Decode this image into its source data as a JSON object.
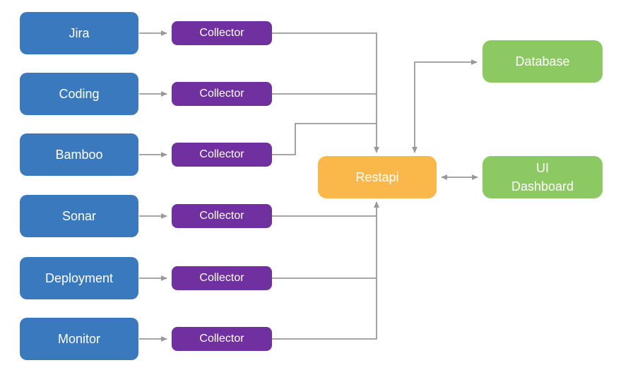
{
  "colors": {
    "source_box": "#3B79BE",
    "collector_box": "#7030A0",
    "restapi_box": "#F9B849",
    "output_box": "#8DC963",
    "connector_line": "#999999",
    "label_text": "#FFFFFF"
  },
  "nodes": {
    "sources": [
      {
        "label": "Jira"
      },
      {
        "label": "Coding"
      },
      {
        "label": "Bamboo"
      },
      {
        "label": "Sonar"
      },
      {
        "label": "Deployment"
      },
      {
        "label": "Monitor"
      }
    ],
    "collectors": [
      {
        "label": "Collector"
      },
      {
        "label": "Collector"
      },
      {
        "label": "Collector"
      },
      {
        "label": "Collector"
      },
      {
        "label": "Collector"
      },
      {
        "label": "Collector"
      }
    ],
    "restapi": {
      "label": "Restapi"
    },
    "database": {
      "label": "Database"
    },
    "ui_dashboard": {
      "lines": [
        "UI",
        "Dashboard"
      ]
    }
  }
}
